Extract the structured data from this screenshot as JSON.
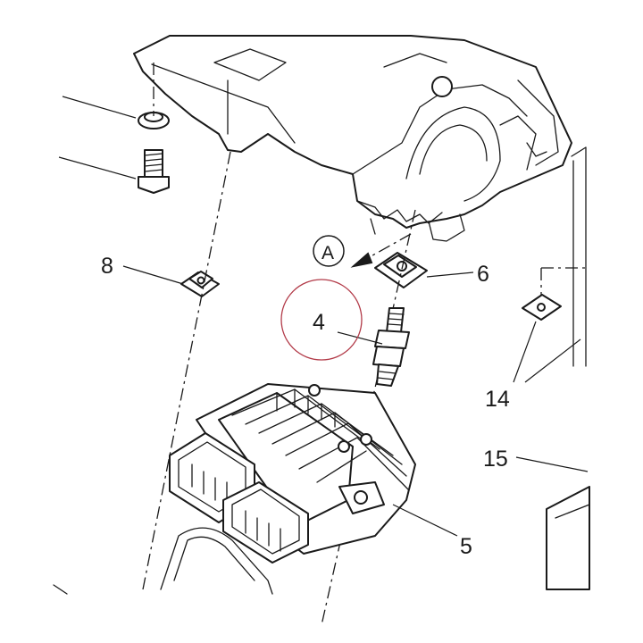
{
  "callouts": {
    "c4": "4",
    "c5": "5",
    "c6": "6",
    "c8": "8",
    "c14": "14",
    "c15": "15"
  },
  "view_marker": "A",
  "colors": {
    "line": "#1a1a1a",
    "highlight_circle": "#b23a48",
    "background": "#ffffff"
  }
}
